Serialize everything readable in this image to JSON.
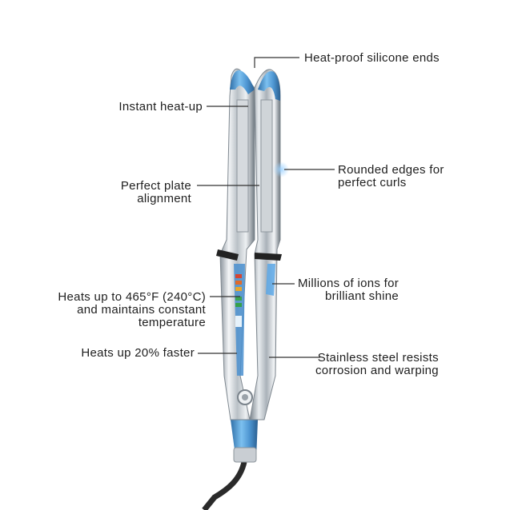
{
  "callouts": {
    "silicone_ends": "Heat-proof silicone ends",
    "instant_heat": "Instant heat-up",
    "rounded_edges": [
      "Rounded edges for",
      "perfect curls"
    ],
    "plate_alignment": [
      "Perfect plate",
      "alignment"
    ],
    "ions": [
      "Millions of ions for",
      "brilliant shine"
    ],
    "temperature": [
      "Heats up to 465°F (240°C)",
      "and maintains constant",
      "temperature"
    ],
    "faster": "Heats up 20% faster",
    "stainless": [
      "Stainless steel resists",
      "corrosion and warping"
    ]
  },
  "colors": {
    "accent_blue": "#5aa7e6",
    "chrome_light": "#e9edf0",
    "chrome_dark": "#7b848c",
    "leader_line": "#333333",
    "cord": "#2a2a2a"
  }
}
